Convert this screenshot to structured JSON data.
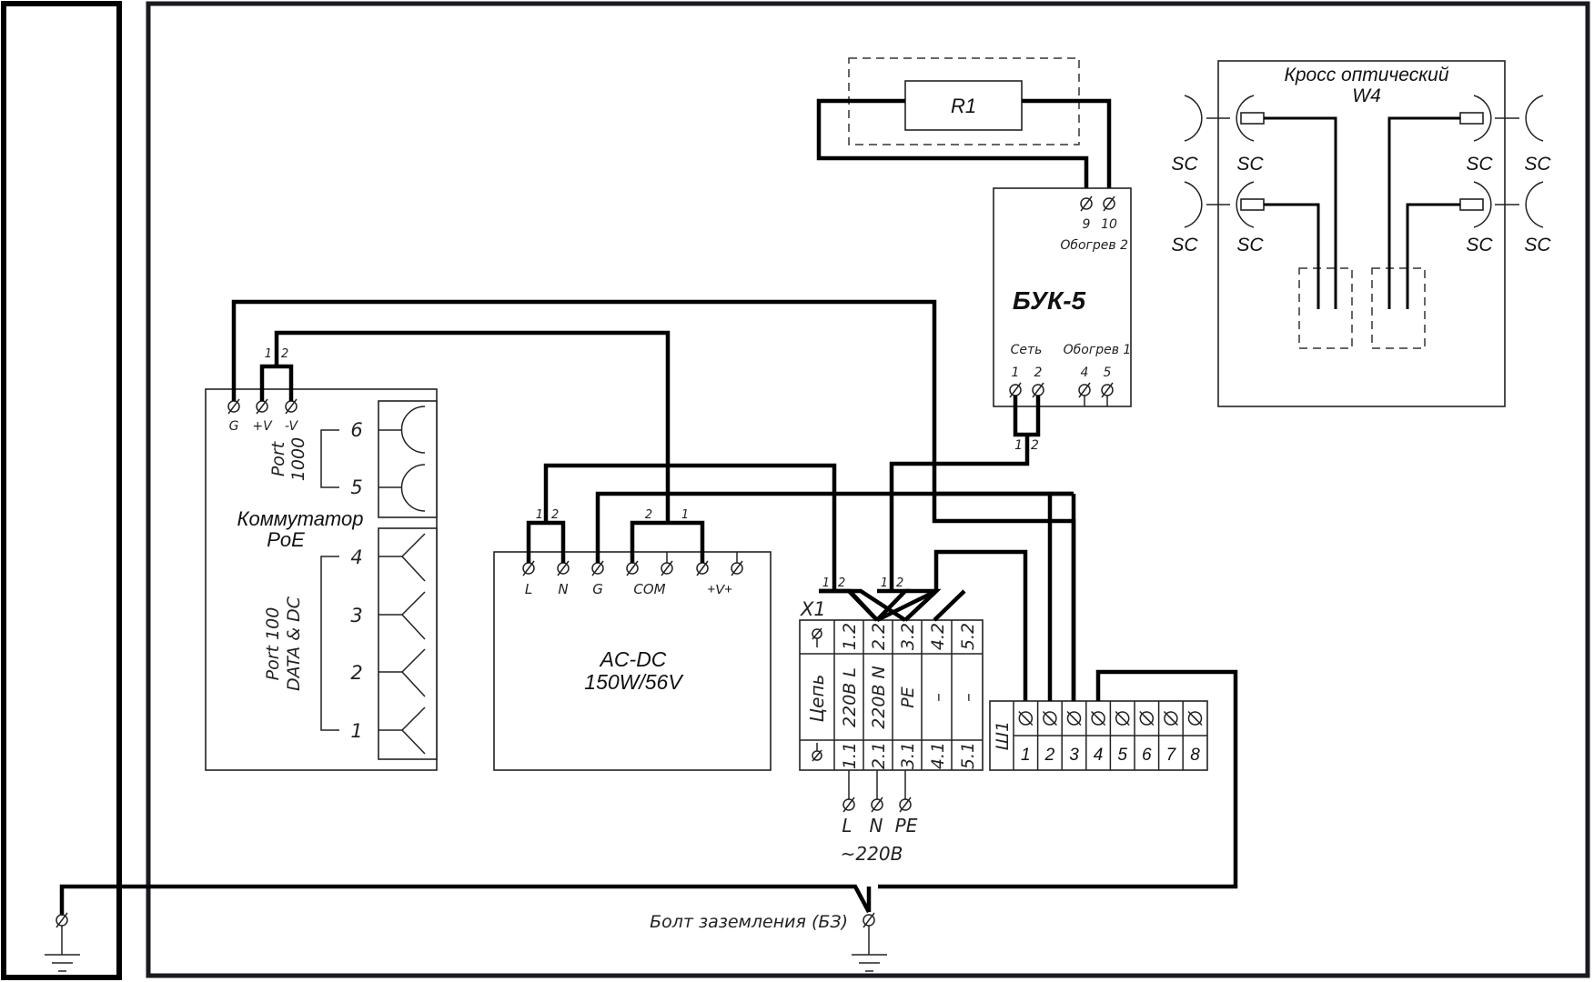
{
  "resistor": {
    "label": "R1"
  },
  "buk5": {
    "title": "БУК-5",
    "heater2_label": "Обогрев 2",
    "heater2_pins": [
      "9",
      "10"
    ],
    "mains_label": "Сеть",
    "mains_pins": [
      "1",
      "2"
    ],
    "heater1_label": "Обогрев 1",
    "heater1_pins": [
      "4",
      "5"
    ],
    "out_wire_numbers": [
      "1",
      "2"
    ]
  },
  "optical_cross": {
    "title_line1": "Кросс оптический",
    "title_line2": "W4",
    "connector_labels": [
      "SC",
      "SC",
      "SC",
      "SC",
      "SC",
      "SC",
      "SC",
      "SC"
    ]
  },
  "poe_switch": {
    "title_line1": "Коммутатор",
    "title_line2": "PoE",
    "terminals": [
      "G",
      "+V",
      "-V"
    ],
    "wire_numbers": [
      "1",
      "2"
    ],
    "gig_group_line1": "Port",
    "gig_group_line2": "1000",
    "gig_ports": [
      "6",
      "5"
    ],
    "fe_group_line1": "Port 100",
    "fe_group_line2": "DATA & DC",
    "fe_ports": [
      "4",
      "3",
      "2",
      "1"
    ]
  },
  "acdc": {
    "title_line1": "AC-DC",
    "title_line2": "150W/56V",
    "terminals": [
      "L",
      "N",
      "G",
      "COM",
      "+V+"
    ],
    "input_wire_numbers": [
      "1",
      "2"
    ],
    "output_wire_numbers": [
      "2",
      "1"
    ]
  },
  "x1": {
    "label": "X1",
    "row_header_label": "Цепь",
    "top_terminals": [
      "1.2",
      "2.2",
      "3.2",
      "4.2",
      "5.2"
    ],
    "circuits": [
      "220В L",
      "220В N",
      "PE",
      "–",
      "–"
    ],
    "bottom_terminals": [
      "1.1",
      "2.1",
      "3.1",
      "4.1",
      "5.1"
    ],
    "wire_numbers_a": [
      "1",
      "2"
    ],
    "wire_numbers_b": [
      "1",
      "2"
    ]
  },
  "sh1": {
    "label": "Ш1",
    "pins": [
      "1",
      "2",
      "3",
      "4",
      "5",
      "6",
      "7",
      "8"
    ]
  },
  "mains_input": {
    "terminals": [
      "L",
      "N",
      "PE"
    ],
    "voltage": "~220В"
  },
  "ground_bolt": {
    "label": "Болт заземления (БЗ)"
  }
}
